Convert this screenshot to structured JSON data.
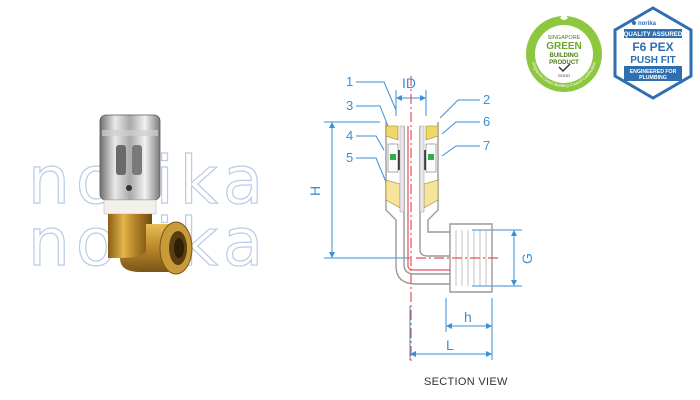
{
  "watermark": {
    "line1": "norika",
    "line2": "norika"
  },
  "dimensions": {
    "id": "ID",
    "h": "H",
    "g": "G",
    "h_small": "h",
    "l": "L"
  },
  "callouts": [
    "1",
    "2",
    "3",
    "4",
    "5",
    "6",
    "7"
  ],
  "caption": "SECTION VIEW",
  "badge_green": {
    "line1": "SINGAPORE",
    "line2": "GREEN",
    "line3": "BUILDING",
    "line4": "PRODUCT",
    "rating": "GOOD",
    "ring_text": "Singapore Green Building Council Certification"
  },
  "badge_quality": {
    "brand": "norika",
    "header": "QUALITY ASSURED",
    "title1": "F6 PEX",
    "title2": "PUSH FIT",
    "sub1": "ENGINEERED FOR",
    "sub2": "PLUMBING"
  },
  "colors": {
    "dimension_line": "#3a8fd6",
    "section_outline": "#e0525a",
    "brass": "#d4a73c",
    "green_seal": "#2fae4b",
    "badge_blue": "#2f6fb0",
    "badge_green": "#8dc63f"
  }
}
